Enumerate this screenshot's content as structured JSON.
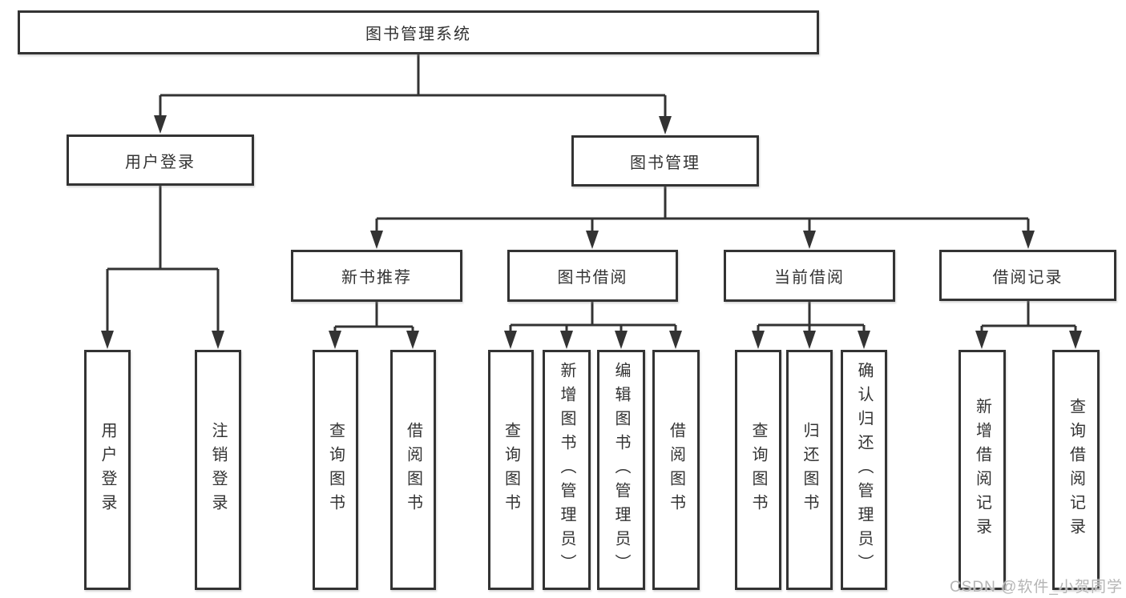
{
  "diagram": {
    "type": "hierarchy-tree",
    "root": {
      "label": "图书管理系统",
      "children": [
        {
          "label": "用户登录",
          "children": [
            {
              "label": "用户登录"
            },
            {
              "label": "注销登录"
            }
          ]
        },
        {
          "label": "图书管理",
          "children": [
            {
              "label": "新书推荐",
              "children": [
                {
                  "label": "查询图书"
                },
                {
                  "label": "借阅图书"
                }
              ]
            },
            {
              "label": "图书借阅",
              "children": [
                {
                  "label": "查询图书"
                },
                {
                  "label": "新增图书（管理员）"
                },
                {
                  "label": "编辑图书（管理员）"
                },
                {
                  "label": "借阅图书"
                }
              ]
            },
            {
              "label": "当前借阅",
              "children": [
                {
                  "label": "查询图书"
                },
                {
                  "label": "归还图书"
                },
                {
                  "label": "确认归还（管理员）"
                }
              ]
            },
            {
              "label": "借阅记录",
              "children": [
                {
                  "label": "新增借阅记录"
                },
                {
                  "label": "查询借阅记录"
                }
              ]
            }
          ]
        }
      ]
    }
  },
  "watermark": {
    "text": "CSDN @软件_小贺同学"
  },
  "colors": {
    "line": "#333333",
    "box_border": "#333333",
    "text": "#333333",
    "background": "#ffffff",
    "watermark": "#b5b5b5"
  }
}
